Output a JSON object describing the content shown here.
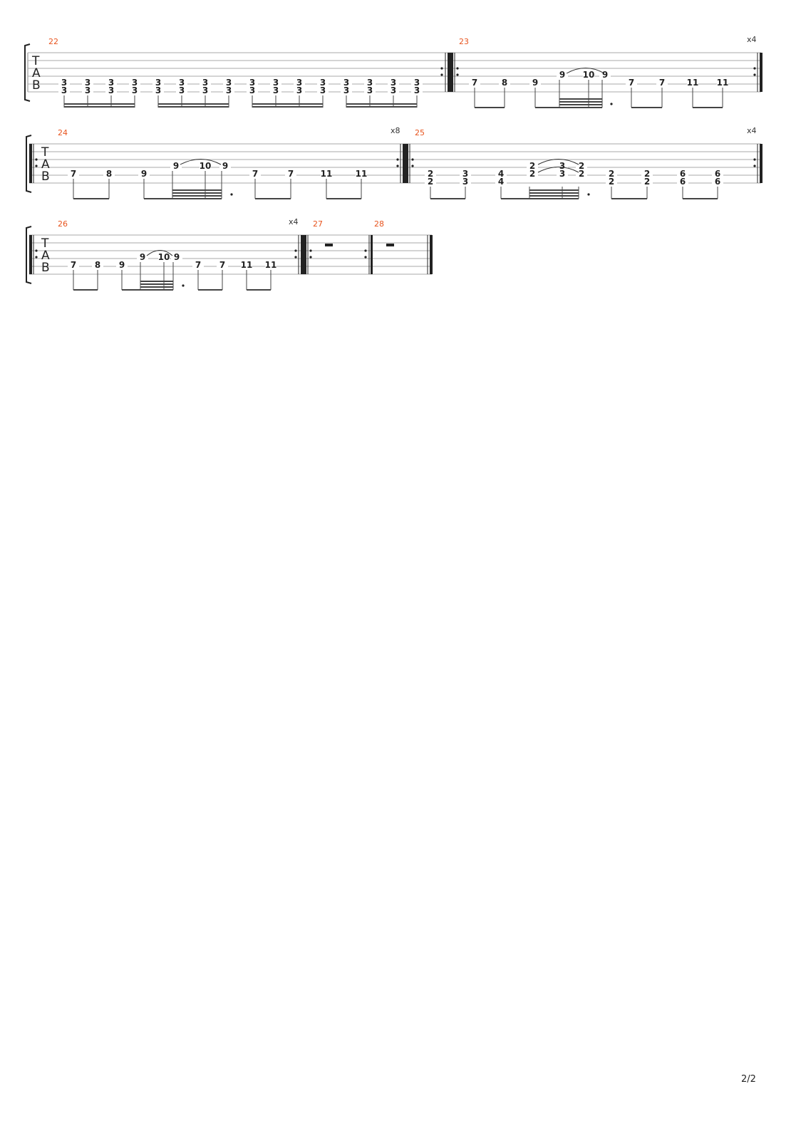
{
  "page": {
    "number": "2/2"
  },
  "clef_letters": [
    "T",
    "A",
    "B"
  ],
  "measures": [
    {
      "number": "22",
      "repeat": "",
      "frets": [
        "3",
        "3",
        "3",
        "3",
        "3",
        "3",
        "3",
        "3",
        "3",
        "3",
        "3",
        "3",
        "3",
        "3",
        "3",
        "3",
        "3",
        "3",
        "3",
        "3",
        "3",
        "3",
        "3",
        "3",
        "3",
        "3",
        "3",
        "3",
        "3",
        "3",
        "3",
        "3"
      ]
    },
    {
      "number": "23",
      "repeat": "x4",
      "frets": [
        "7",
        "8",
        "9",
        "9",
        "10",
        "9",
        "7",
        "7",
        "11",
        "11"
      ]
    },
    {
      "number": "24",
      "repeat": "x8",
      "frets": [
        "7",
        "8",
        "9",
        "9",
        "10",
        "9",
        "7",
        "7",
        "11",
        "11"
      ]
    },
    {
      "number": "25",
      "repeat": "x4",
      "frets": [
        "2",
        "2",
        "3",
        "3",
        "4",
        "4",
        "2",
        "2",
        "3",
        "3",
        "2",
        "2",
        "2",
        "2",
        "2",
        "2",
        "6",
        "6",
        "6",
        "6"
      ]
    },
    {
      "number": "26",
      "repeat": "x4",
      "frets": [
        "7",
        "8",
        "9",
        "9",
        "10",
        "9",
        "7",
        "7",
        "11",
        "11"
      ]
    },
    {
      "number": "27",
      "repeat": "",
      "frets": []
    },
    {
      "number": "28",
      "repeat": "",
      "frets": []
    }
  ]
}
